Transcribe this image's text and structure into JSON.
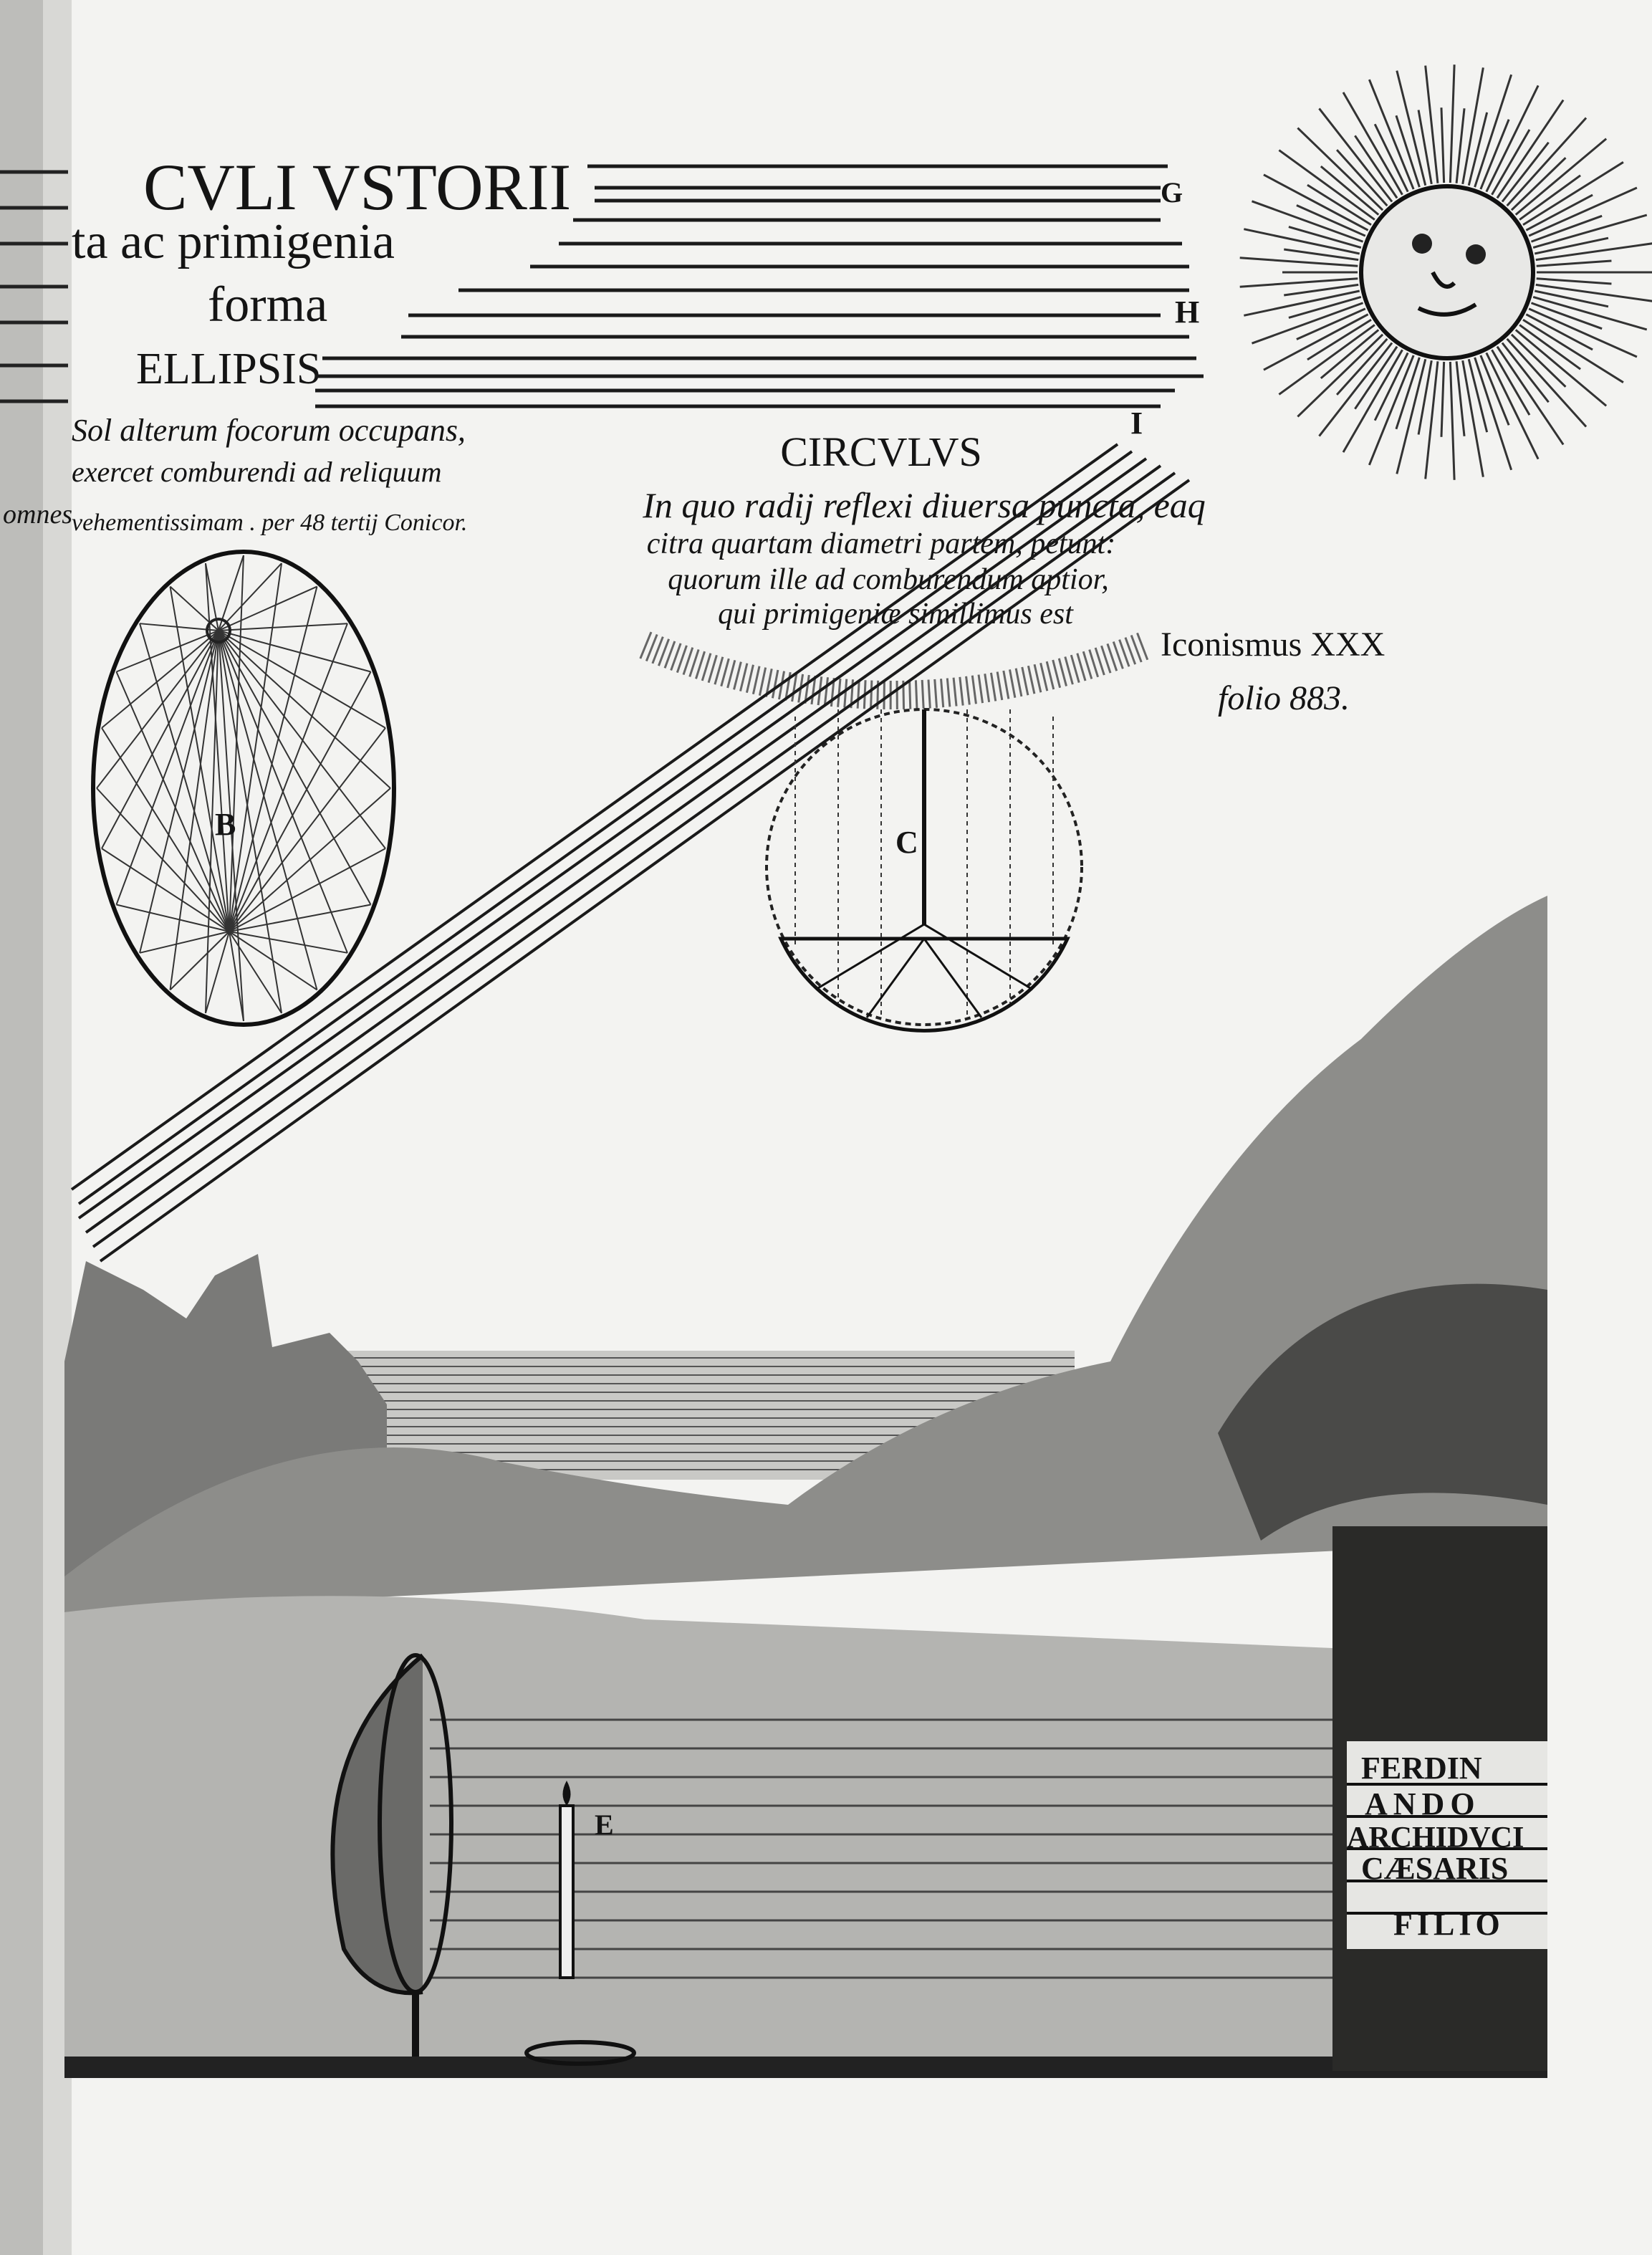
{
  "title": {
    "line1": "CVLI VSTORII",
    "line2": "ta ac primigenia",
    "line3": "forma",
    "line4": "ELLIPSIS"
  },
  "ellipse_caption": [
    "Sol alterum focorum occupans,",
    "exercet comburendi ad reliquum",
    "vehementissimam . per 48 tertij Conicor."
  ],
  "left_page_fragment": "omnes",
  "ray_labels": {
    "g": "G",
    "h": "H",
    "i": "I"
  },
  "circle_title": "CIRCVLVS",
  "circle_caption": [
    "In quo radij reflexi diuersa puncta, eaq",
    "citra quartam diametri partem, petunt:",
    "quorum ille ad comburendum aptior,",
    "qui primigeniæ simillimus est"
  ],
  "plate": {
    "iconismus": "Iconismus XXX",
    "folio": "folio 883."
  },
  "figure_labels": {
    "b": "B",
    "c": "C",
    "e": "E"
  },
  "dedication": [
    "FERDIN",
    "ANDO",
    "ARCHIDVCI",
    "CÆSARIS",
    "FILIO"
  ]
}
